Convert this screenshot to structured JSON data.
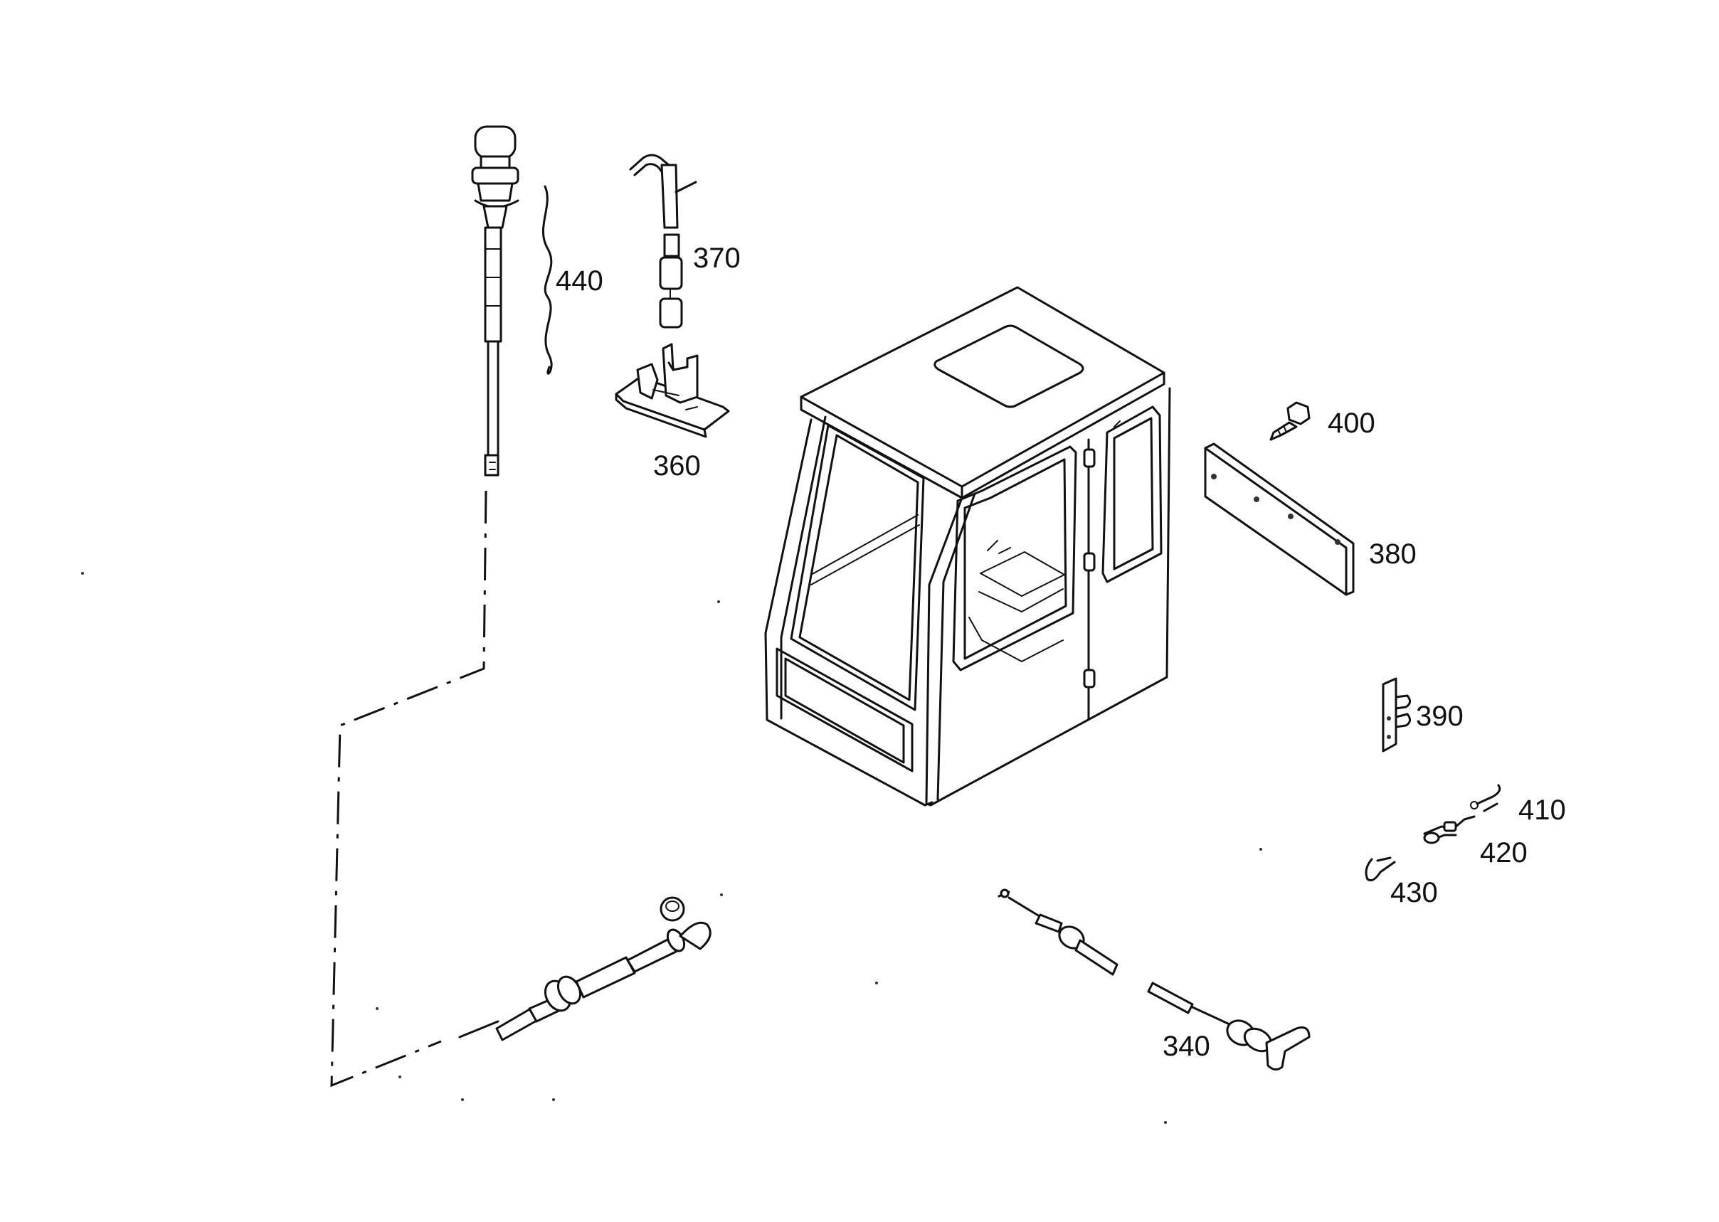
{
  "labels": {
    "p340": "340",
    "p360": "360",
    "p370": "370",
    "p380": "380",
    "p390": "390",
    "p400": "400",
    "p410": "410",
    "p420": "420",
    "p430": "430",
    "p440": "440"
  }
}
